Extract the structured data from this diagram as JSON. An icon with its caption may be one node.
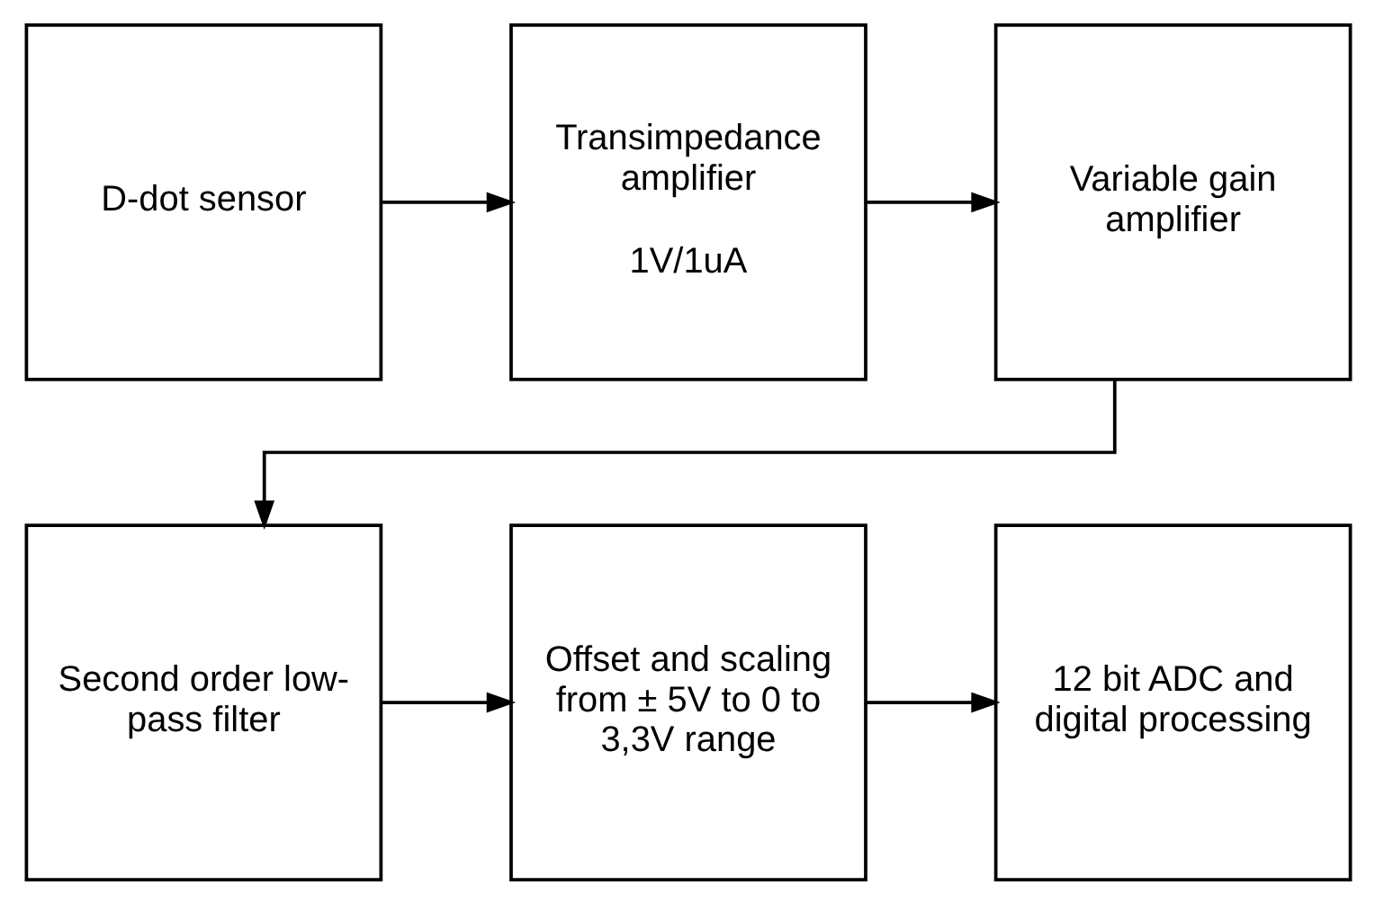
{
  "diagram": {
    "nodes": [
      {
        "text": [
          "D-dot sensor"
        ]
      },
      {
        "text": [
          "Transimpedance amplifier",
          "1V/1uA"
        ]
      },
      {
        "text": [
          "Variable gain amplifier"
        ]
      },
      {
        "text": [
          "Second order low-pass filter"
        ]
      },
      {
        "text": [
          "Offset and scaling from ± 5V to 0 to 3,3V range"
        ]
      },
      {
        "text": [
          "12 bit ADC and digital processing"
        ]
      }
    ],
    "edges": [
      {
        "from": 0,
        "to": 1,
        "arrow": "to"
      },
      {
        "from": 1,
        "to": 2,
        "arrow": "to"
      },
      {
        "from": 2,
        "to": 3,
        "arrow": "to"
      },
      {
        "from": 3,
        "to": 4,
        "arrow": "to"
      },
      {
        "from": 4,
        "to": 5,
        "arrow": "to"
      }
    ]
  }
}
